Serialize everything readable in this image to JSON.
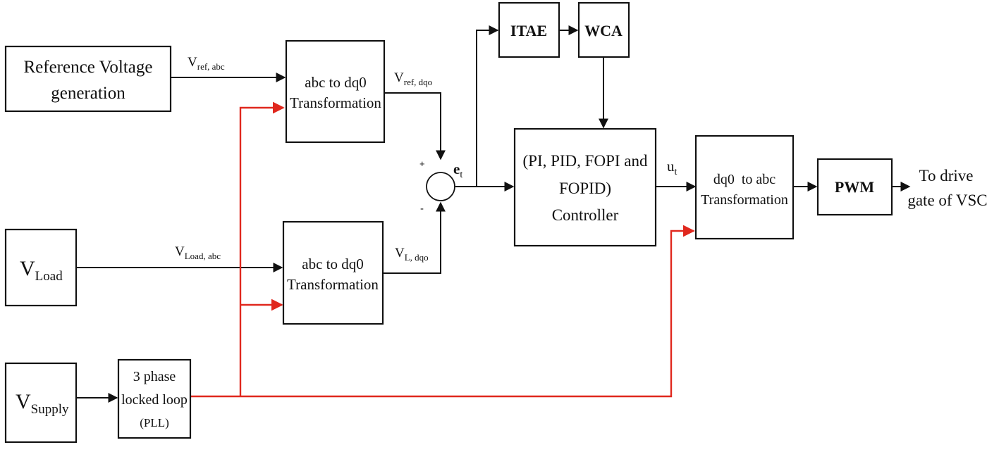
{
  "blocks": {
    "ref_voltage": {
      "line1": "Reference Voltage",
      "line2": "generation"
    },
    "abc_dq0_ref": {
      "line1": "abc to dq0",
      "line2": "Transformation"
    },
    "abc_dq0_load": {
      "line1": "abc to dq0",
      "line2": "Transformation"
    },
    "v_load": {
      "main": "V",
      "sub": "Load"
    },
    "v_supply": {
      "main": "V",
      "sub": "Supply"
    },
    "pll": {
      "line1": "3 phase",
      "line2": "locked loop",
      "line3": "(PLL)"
    },
    "itae": {
      "label": "ITAE"
    },
    "wca": {
      "label": "WCA"
    },
    "controller": {
      "line1": "(PI, PID, FOPI and",
      "line2": "FOPID)",
      "line3": "Controller"
    },
    "dq0_abc": {
      "line1": "dq0  to abc",
      "line2": "Transformation"
    },
    "pwm": {
      "label": "PWM"
    }
  },
  "signals": {
    "vref_abc": {
      "main": "V",
      "sub": "ref, abc"
    },
    "vref_dqo": {
      "main": "V",
      "sub": "ref, dqo"
    },
    "vload_abc": {
      "main": "V",
      "sub": "Load, abc"
    },
    "vl_dqo": {
      "main": "V",
      "sub": "L, dqo"
    },
    "error": {
      "main": "e",
      "sub": "t"
    },
    "control": {
      "main": "u",
      "sub": "t"
    },
    "plus_sign": "+",
    "minus_sign": "-"
  },
  "output": {
    "line1": "To drive",
    "line2": "gate of VSC"
  },
  "colors": {
    "line": "#111111",
    "pll_signal": "#e0281e"
  }
}
